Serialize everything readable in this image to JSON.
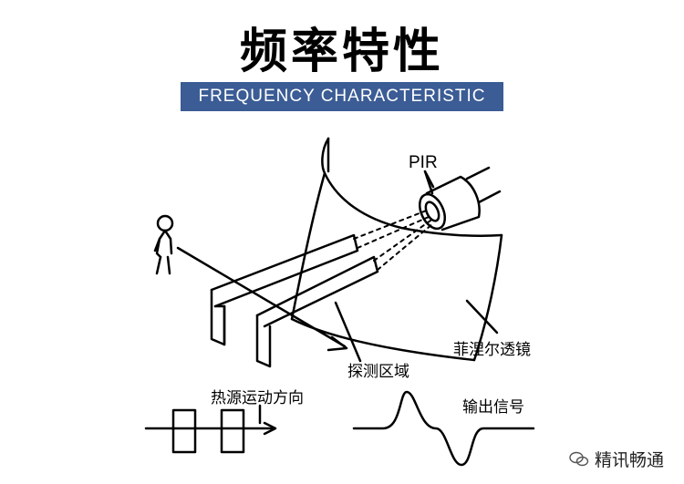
{
  "title": "频率特性",
  "subtitle": "FREQUENCY CHARACTERISTIC",
  "labels": {
    "pir": "PIR",
    "fresnel_lens": "菲涅尔透镜",
    "detection_zone": "探测区域",
    "heat_source_direction": "热源运动方向",
    "output_signal": "输出信号"
  },
  "watermark": {
    "text": "精讯畅通",
    "icon": "wechat-icon"
  },
  "colors": {
    "banner": "#3b5c95",
    "banner_text": "#ffffff",
    "line": "#000000"
  }
}
